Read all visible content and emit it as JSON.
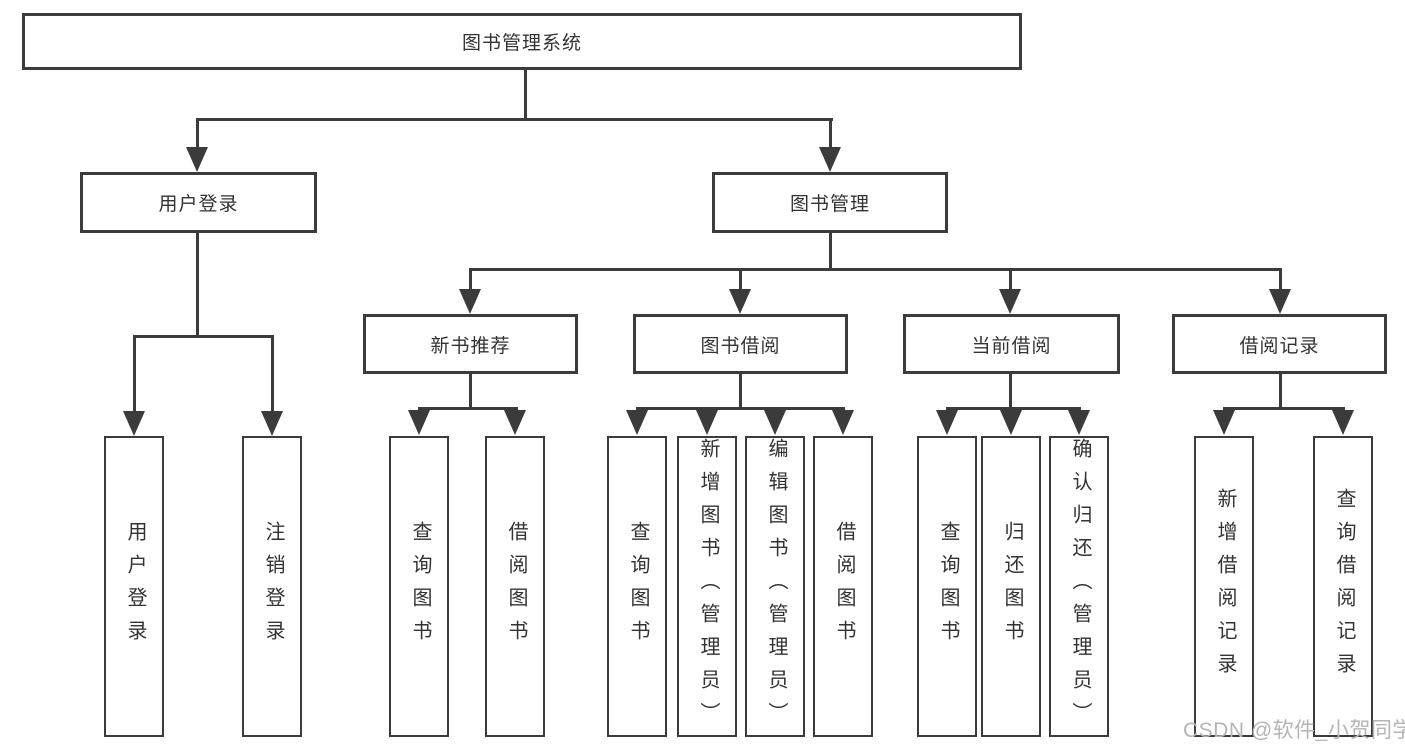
{
  "diagram": {
    "root": {
      "label": "图书管理系统"
    },
    "user_branch": {
      "label": "用户登录",
      "children": [
        {
          "label": "用户登录"
        },
        {
          "label": "注销登录"
        }
      ]
    },
    "mgmt_branch": {
      "label": "图书管理",
      "sections": [
        {
          "label": "新书推荐",
          "children": [
            {
              "label": "查询图书"
            },
            {
              "label": "借阅图书"
            }
          ]
        },
        {
          "label": "图书借阅",
          "children": [
            {
              "label": "查询图书"
            },
            {
              "label": "新增图书（管理员）"
            },
            {
              "label": "编辑图书（管理员）"
            },
            {
              "label": "借阅图书"
            }
          ]
        },
        {
          "label": "当前借阅",
          "children": [
            {
              "label": "查询图书"
            },
            {
              "label": "归还图书"
            },
            {
              "label": "确认归还（管理员）"
            }
          ]
        },
        {
          "label": "借阅记录",
          "children": [
            {
              "label": "新增借阅记录"
            },
            {
              "label": "查询借阅记录"
            }
          ]
        }
      ]
    }
  },
  "watermark": {
    "text": "CSDN @软件_小贺同学"
  },
  "colors": {
    "line": "#3b3b3b",
    "text": "#333333",
    "watermark": "#b5b5b5",
    "background": "#ffffff"
  }
}
